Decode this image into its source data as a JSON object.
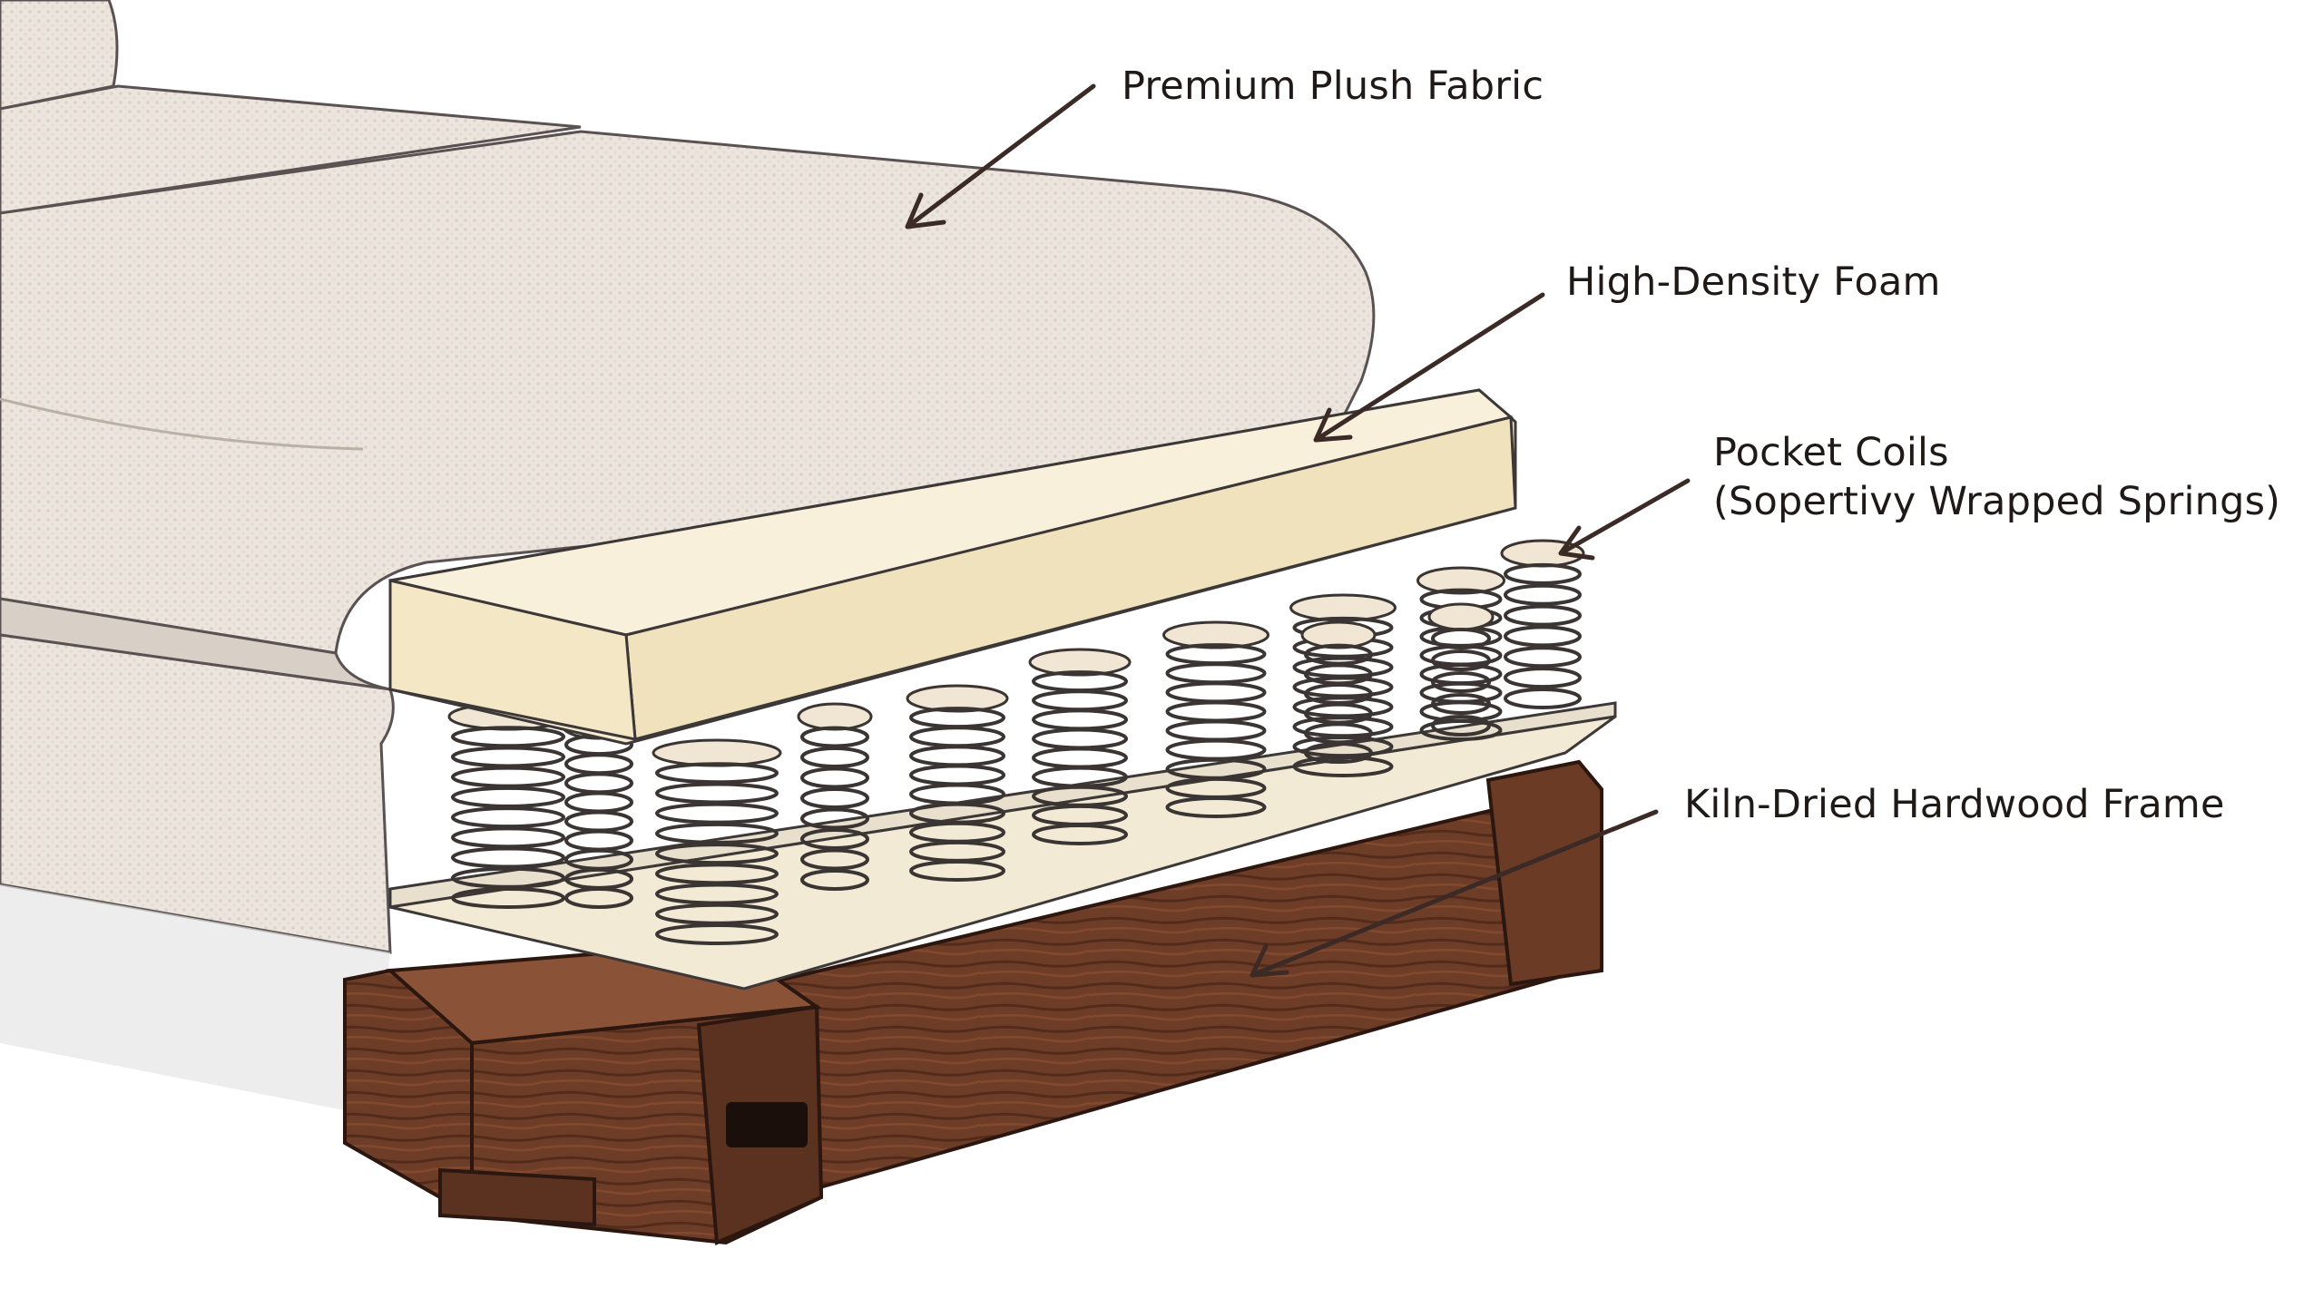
{
  "labels": {
    "fabric": "Premium Plush Fabric",
    "foam": "High-Density Foam",
    "coils_line1": "Pocket Coils",
    "coils_line2": "(Sopertivy Wrapped Springs)",
    "frame": "Kiln-Dried Hardwood Frame"
  },
  "colors": {
    "fabric": "#ece6de",
    "fabric_shadow": "#d8d0c6",
    "foam": "#f6edd4",
    "foam_side": "#efe2bd",
    "coil_stroke": "#3a3533",
    "wood": "#6b3b25",
    "wood_dark": "#4e2a1a",
    "wood_light": "#8a5236",
    "outline": "#4a4444",
    "arrow": "#3b2a26"
  }
}
